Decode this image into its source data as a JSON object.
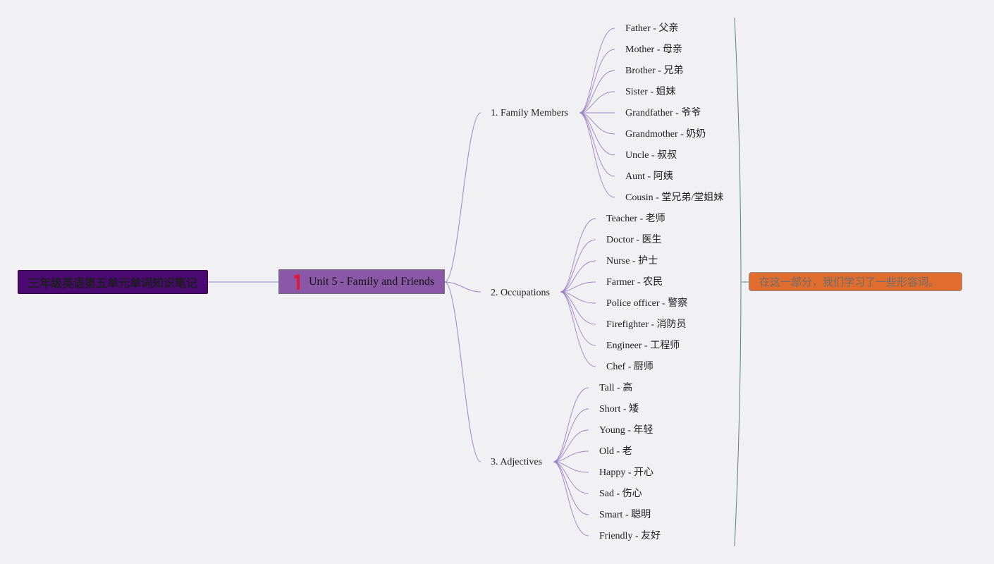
{
  "root": {
    "label": "三年级英语第五单元单词知识笔记"
  },
  "unit": {
    "label": "Unit 5 - Family and Friends",
    "marker_icon": "priority-1-flag-icon",
    "marker_color": "#e0183a"
  },
  "branches": [
    {
      "label": "1. Family Members",
      "items": [
        "Father - 父亲",
        "Mother - 母亲",
        "Brother - 兄弟",
        "Sister - 姐妹",
        "Grandfather - 爷爷",
        "Grandmother - 奶奶",
        "Uncle - 叔叔",
        "Aunt - 阿姨",
        "Cousin - 堂兄弟/堂姐妹"
      ]
    },
    {
      "label": "2. Occupations",
      "items": [
        "Teacher - 老师",
        "Doctor - 医生",
        "Nurse - 护士",
        "Farmer - 农民",
        "Police officer - 警察",
        "Firefighter - 消防员",
        "Engineer - 工程师",
        "Chef - 厨师"
      ]
    },
    {
      "label": "3. Adjectives",
      "items": [
        "Tall - 高",
        "Short - 矮",
        "Young - 年轻",
        "Old - 老",
        "Happy - 开心",
        "Sad - 伤心",
        "Smart - 聪明",
        "Friendly - 友好"
      ]
    }
  ],
  "summary": {
    "label": "在这一部分，我们学习了一些形容词。"
  },
  "colors": {
    "background": "#f1f0f3",
    "root_fill": "#4a0a72",
    "unit_fill": "#8a58a6",
    "branch_line": "#9b82c8",
    "summary_bracket": "#4f8a6e",
    "summary_fill": "#e06d2e"
  }
}
